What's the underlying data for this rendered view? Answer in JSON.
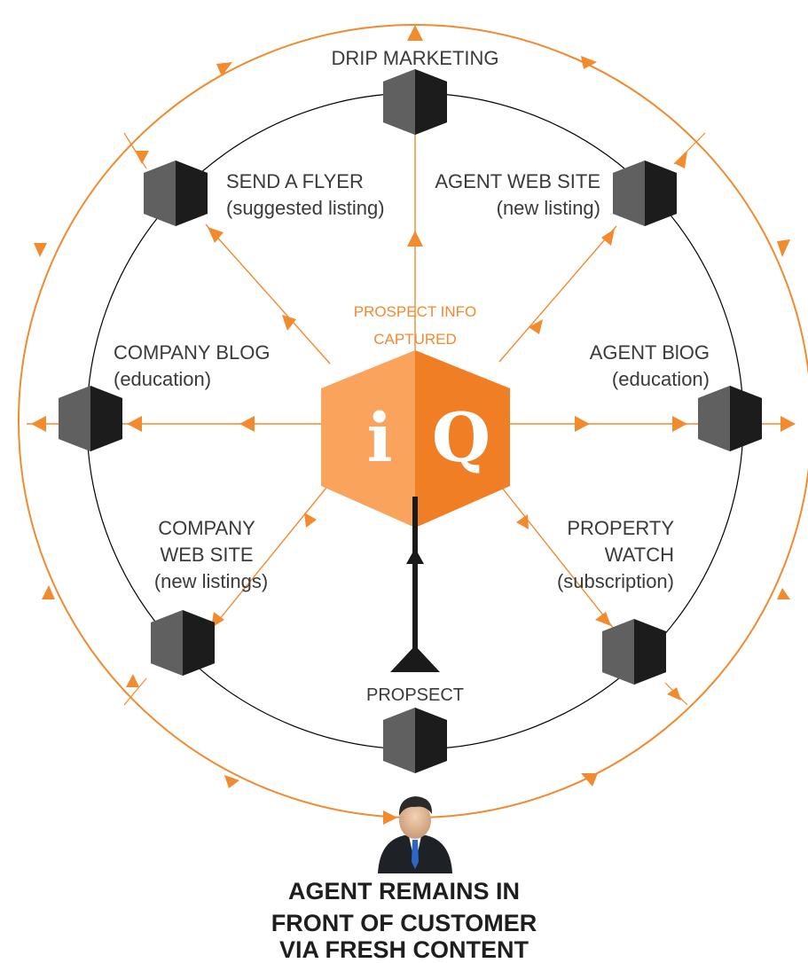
{
  "center": {
    "caption_line1": "PROSPECT INFO",
    "caption_line2": "CAPTURED",
    "letter_left": "i",
    "letter_right": "Q",
    "color_left": "#f9a35c",
    "color_right": "#f07e25"
  },
  "nodes": {
    "drip": {
      "line1": "DRIP MARKETING"
    },
    "flyer": {
      "line1": "SEND A FLYER",
      "line2": "(suggested listing)"
    },
    "agent_site": {
      "line1": "AGENT WEB SITE",
      "line2": "(new listing)"
    },
    "company_blog": {
      "line1": "COMPANY BLOG",
      "line2": "(education)"
    },
    "agent_blog": {
      "line1": "AGENT BlOG",
      "line2": "(education)"
    },
    "company_site": {
      "line1": "COMPANY",
      "line2": "WEB SITE",
      "line3": "(new listings)"
    },
    "property_watch": {
      "line1": "PROPERTY",
      "line2": "WATCH",
      "line3": "(subscription)"
    },
    "prospect": {
      "line1": "PROPSECT"
    }
  },
  "footer": {
    "line1": "AGENT REMAINS IN",
    "line2": "FRONT OF CUSTOMER",
    "line3": "VIA FRESH CONTENT"
  },
  "colors": {
    "accent": "#f28a2e",
    "cube_light": "#6b6b6b",
    "cube_dark": "#1f1f1f",
    "ring": "#000000"
  }
}
